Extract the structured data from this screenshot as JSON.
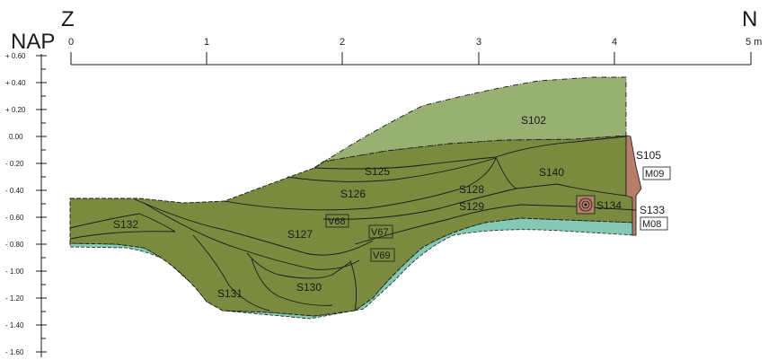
{
  "header": {
    "datum_label": "NAP",
    "south_label": "Z",
    "north_label": "N"
  },
  "horizontal_scale": {
    "ticks": [
      "0",
      "1",
      "2",
      "3",
      "4",
      "5 m"
    ]
  },
  "vertical_scale": {
    "ticks": [
      "+ 0.60",
      "+ 0.40",
      "+ 0.20",
      "0.00",
      "- 0.20",
      "- 0.40",
      "- 0.60",
      "- 0.80",
      "- 1.00",
      "- 1.20",
      "- 1.40",
      "- 1.60"
    ]
  },
  "layers": {
    "s102": "S102",
    "s105": "S105",
    "s125": "S125",
    "s126": "S126",
    "s127": "S127",
    "s128": "S128",
    "s129": "S129",
    "s130": "S130",
    "s131": "S131",
    "s132": "S132",
    "s133": "S133",
    "s134": "S134",
    "s140": "S140"
  },
  "boxed_labels": {
    "v67": "V67",
    "v68": "V68",
    "v69": "V69",
    "m08": "M08",
    "m09": "M09"
  },
  "colors": {
    "upper_fill": "#98b072",
    "main_fill": "#7a8a3f",
    "lower_fill": "#6f7f35",
    "sand_fill": "#86c8b6",
    "wall_fill": "#b57d6a",
    "line": "#1a1a1a"
  }
}
